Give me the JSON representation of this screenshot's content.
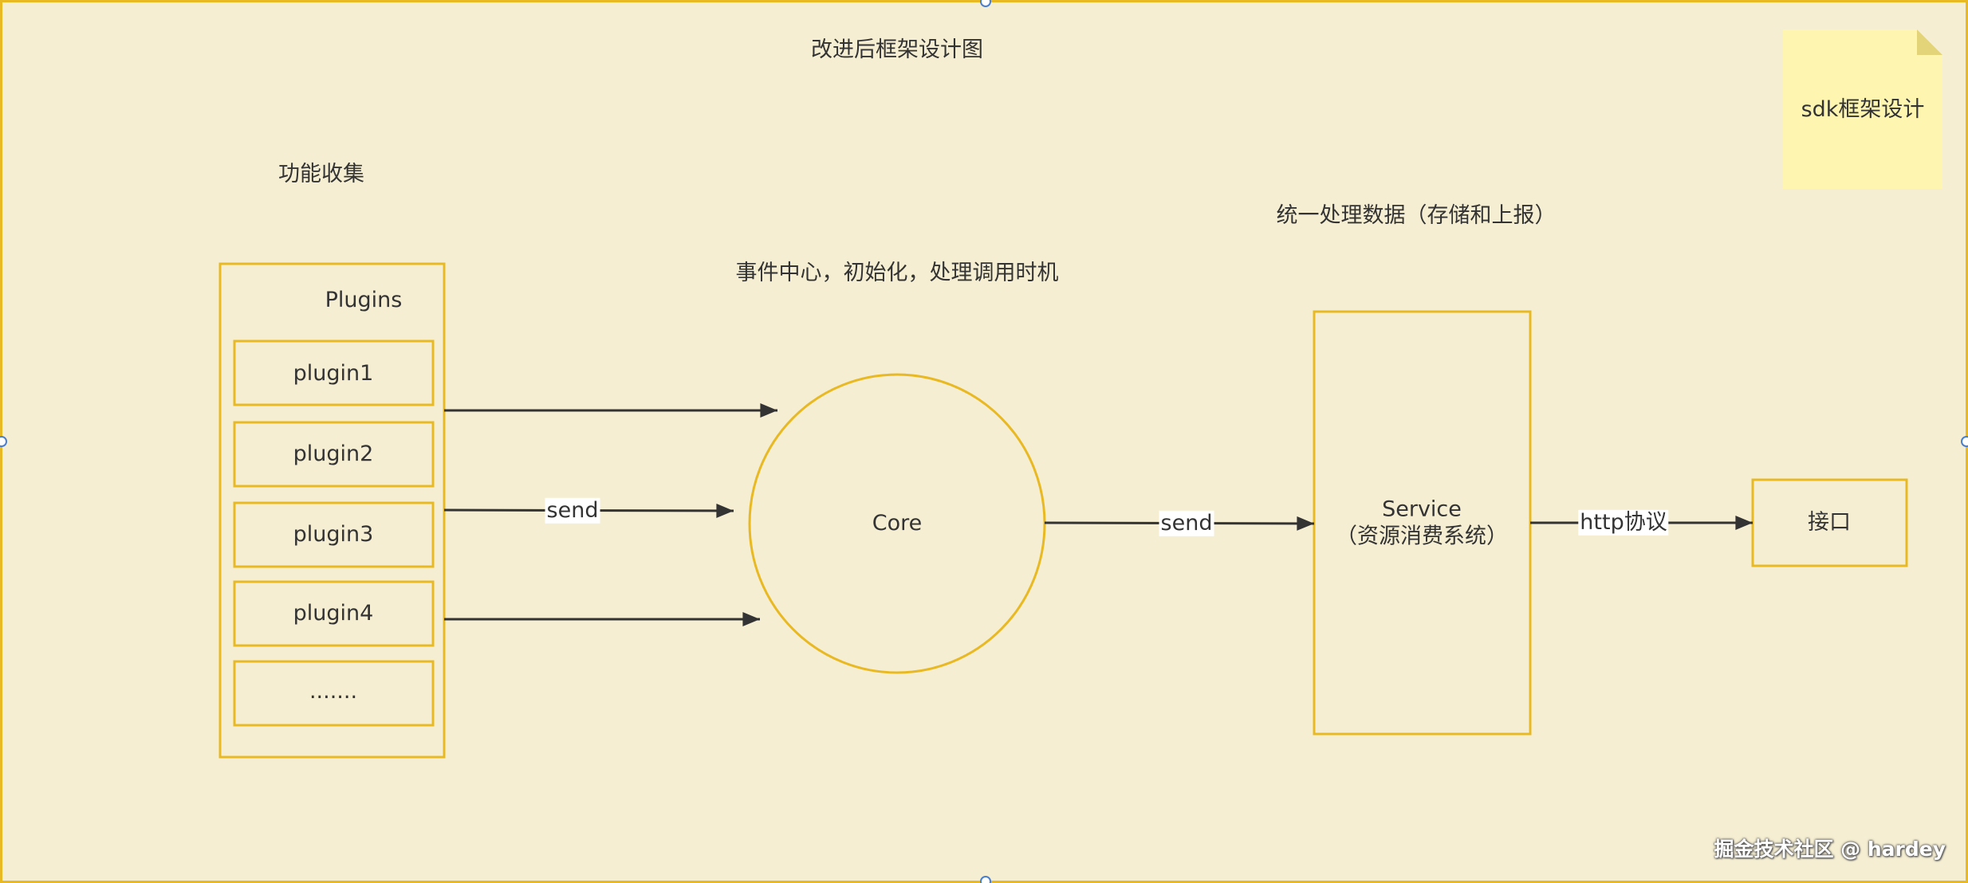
{
  "title": "改进后框架设计图",
  "note": {
    "text": "sdk框架设计"
  },
  "annotations": {
    "collect": "功能收集",
    "core_desc": "事件中心，初始化，处理调用时机",
    "service_desc": "统一处理数据（存储和上报）"
  },
  "plugins": {
    "title": "Plugins",
    "items": [
      "plugin1",
      "plugin2",
      "plugin3",
      "plugin4",
      "......."
    ]
  },
  "core": {
    "label": "Core"
  },
  "service": {
    "label_line1": "Service",
    "label_line2": "（资源消费系统）"
  },
  "api": {
    "label": "接口"
  },
  "edges": {
    "plugins_to_core": "send",
    "core_to_service": "send",
    "service_to_api": "http协议"
  },
  "watermark": "掘金技术社区 @ hardey",
  "colors": {
    "background": "#f5eed2",
    "stroke": "#e8b923",
    "arrow": "#333333",
    "note": "#fdf5b0",
    "note_fold": "#e3d479",
    "selection_handle": "#4a7fd0"
  }
}
